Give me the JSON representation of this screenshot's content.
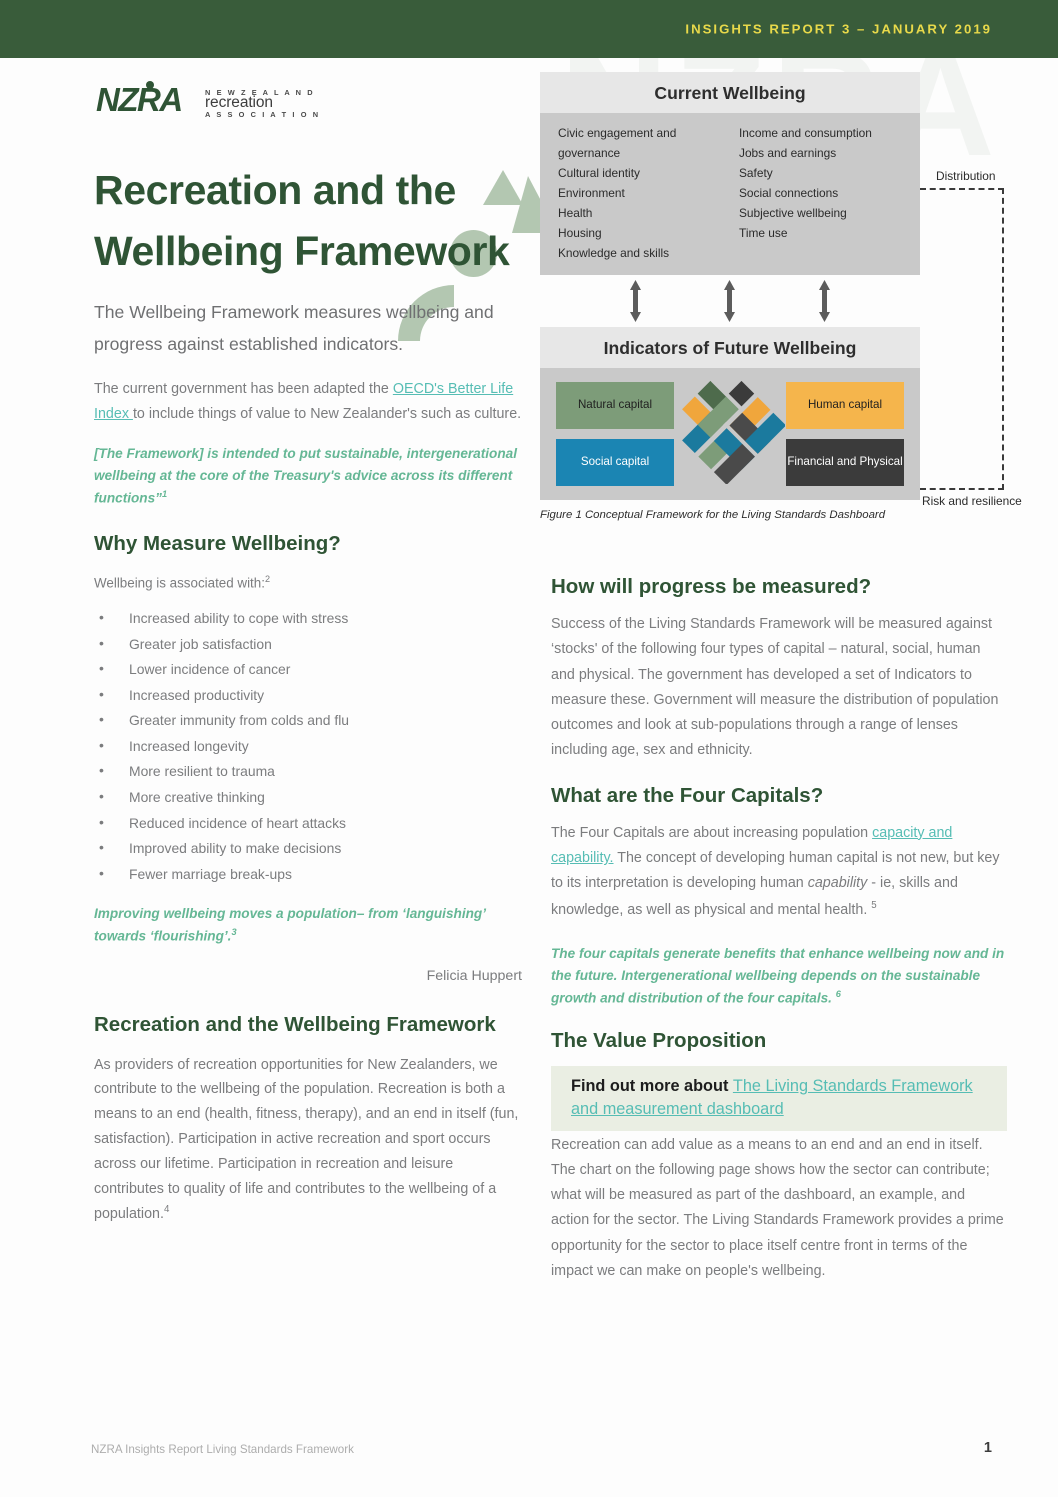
{
  "header": {
    "banner_text": "INSIGHTS REPORT 3 – JANUARY 2019",
    "banner_bg": "#395c3a",
    "banner_fg": "#e8d94a",
    "watermark": "NZRA"
  },
  "logo": {
    "mark": "NZRA",
    "line1": "N E W  Z E A L A N D",
    "line2": "recreation",
    "line3": "A S S O C I A T I O N"
  },
  "left": {
    "title": "Recreation and the Wellbeing Framework",
    "lead": "The Wellbeing Framework measures wellbeing and progress against established indicators.",
    "para_intro_a": "The current government has been adapted the ",
    "link_oecd": "OECD's Better Life Index ",
    "para_intro_b": "to include things of value to New Zealander's such as culture.",
    "pullquote1": "[The Framework] is intended to put sustainable, intergenerational wellbeing at the core of the Treasury's advice across its different functions”",
    "pullquote1_ref": "1",
    "heading_why": "Why Measure Wellbeing?",
    "assoc_label": "Wellbeing is associated with:",
    "assoc_ref": "2",
    "bullets": [
      "Increased ability to cope with stress",
      "Greater job satisfaction",
      "Lower incidence of cancer",
      "Increased productivity",
      "Greater immunity from colds and flu",
      "Increased longevity",
      "More resilient to trauma",
      "More creative thinking",
      "Reduced incidence of heart attacks",
      "Improved ability to make decisions",
      "Fewer marriage break-ups"
    ],
    "pullquote2": "Improving wellbeing moves a population– from ‘languishing’ towards ‘flourishing’.",
    "pullquote2_ref": "3",
    "attribution": "Felicia Huppert",
    "heading_rec": "Recreation and the Wellbeing Framework",
    "para_rec": "As providers of recreation opportunities for New Zealanders, we contribute to the wellbeing of the population. Recreation is both a means to an end (health, fitness, therapy), and an end in itself (fun, satisfaction). Participation in active recreation and sport occurs across our lifetime. Participation in recreation and leisure contributes to quality of life and contributes to the wellbeing of a population.",
    "para_rec_ref": "4"
  },
  "right": {
    "heading_progress": "How will progress be measured?",
    "para_progress": "Success of the Living Standards Framework will be measured against ‘stocks' of the following four types of capital – natural, social, human and physical. The government has developed a set of Indicators to measure these. Government will measure the distribution of population outcomes and look at sub-populations through a range of lenses including age, sex and ethnicity.",
    "heading_capitals": "What are the Four Capitals?",
    "para_capitals_a": "The Four Capitals are about increasing population ",
    "link_capacity": "capacity and capability.",
    "para_capitals_b": " The concept of developing human capital is not new, but key to its interpretation is developing human ",
    "para_capitals_em": "capability",
    "para_capitals_c": " - ie, skills and knowledge, as well as physical and mental health. ",
    "para_capitals_ref": "5",
    "pullquote3": "The four capitals generate benefits that enhance wellbeing now and in the future. Intergenerational wellbeing depends on the sustainable growth and distribution of the four capitals. ",
    "pullquote3_ref": "6",
    "heading_value": "The Value Proposition",
    "callout_prefix": "Find out more about ",
    "callout_link": "The Living Standards Framework and measurement dashboard",
    "para_value": "Recreation can add value as a means to an end and an end in itself. The chart on the following page shows how the sector can contribute; what will be measured as part of the dashboard, an example, and action for the sector. The Living Standards Framework provides a prime opportunity for the sector to place itself centre front in terms of the impact we can make on people's wellbeing."
  },
  "figure": {
    "caption": "Figure 1 Conceptual Framework for the Living Standards Dashboard",
    "current_title": "Current Wellbeing",
    "current_col1": [
      "Civic engagement and governance",
      "Cultural identity",
      "Environment",
      "Health",
      "Housing",
      "Knowledge and skills"
    ],
    "current_col2": [
      "Income and consumption",
      "Jobs and earnings",
      "Safety",
      "Social connections",
      "Subjective wellbeing",
      "Time use"
    ],
    "future_title": "Indicators of Future Wellbeing",
    "capitals": [
      {
        "label": "Natural capital",
        "color": "#7d9c79",
        "text_color": "#1f1f1f"
      },
      {
        "label": "Social capital",
        "color": "#1b85b3",
        "text_color": "#ffffff"
      },
      {
        "label": "Human capital",
        "color": "#f5b54c",
        "text_color": "#1f1f1f"
      },
      {
        "label": "Financial and Physical",
        "color": "#3b3b3b",
        "text_color": "#ffffff"
      }
    ],
    "bracket_top_label": "Distribution",
    "bracket_bottom_label": "Risk and resilience"
  },
  "footer": {
    "left_text": "NZRA Insights Report Living Standards Framework",
    "page_number": "1"
  }
}
